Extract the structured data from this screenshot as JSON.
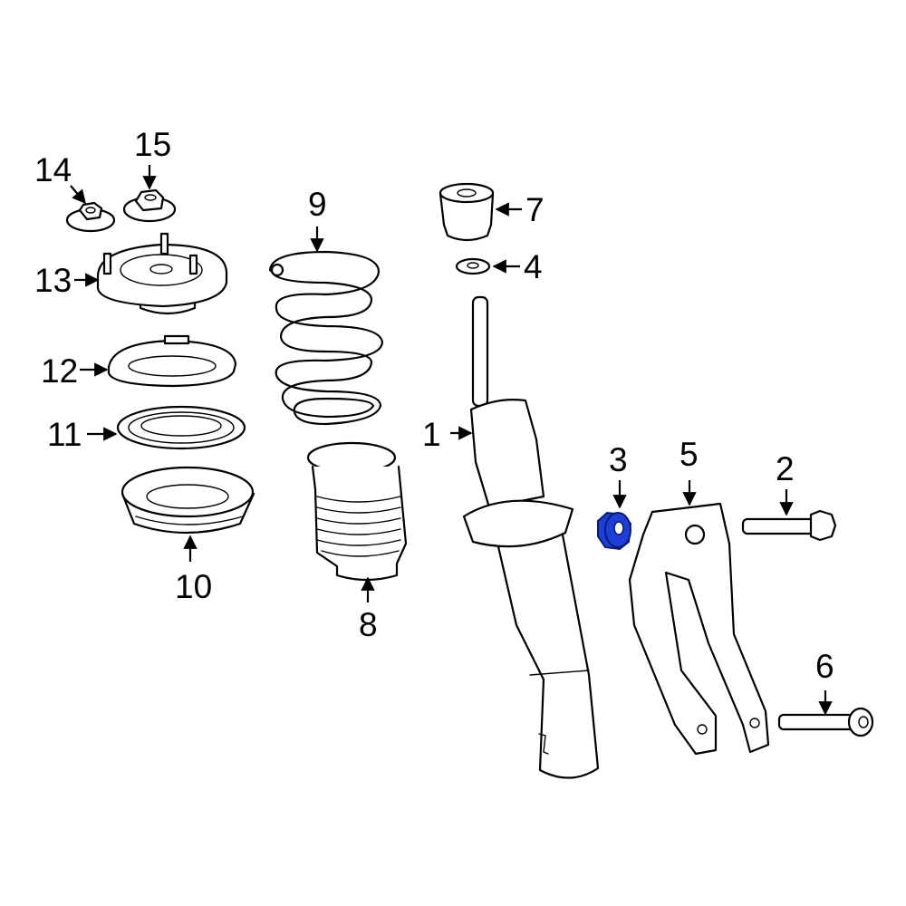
{
  "diagram": {
    "highlight_color": "#1e3fd6",
    "callouts": [
      {
        "id": "1",
        "label": "1"
      },
      {
        "id": "2",
        "label": "2"
      },
      {
        "id": "3",
        "label": "3"
      },
      {
        "id": "4",
        "label": "4"
      },
      {
        "id": "5",
        "label": "5"
      },
      {
        "id": "6",
        "label": "6"
      },
      {
        "id": "7",
        "label": "7"
      },
      {
        "id": "8",
        "label": "8"
      },
      {
        "id": "9",
        "label": "9"
      },
      {
        "id": "10",
        "label": "10"
      },
      {
        "id": "11",
        "label": "11"
      },
      {
        "id": "12",
        "label": "12"
      },
      {
        "id": "13",
        "label": "13"
      },
      {
        "id": "14",
        "label": "14"
      },
      {
        "id": "15",
        "label": "15"
      }
    ],
    "highlighted_part": "3"
  }
}
